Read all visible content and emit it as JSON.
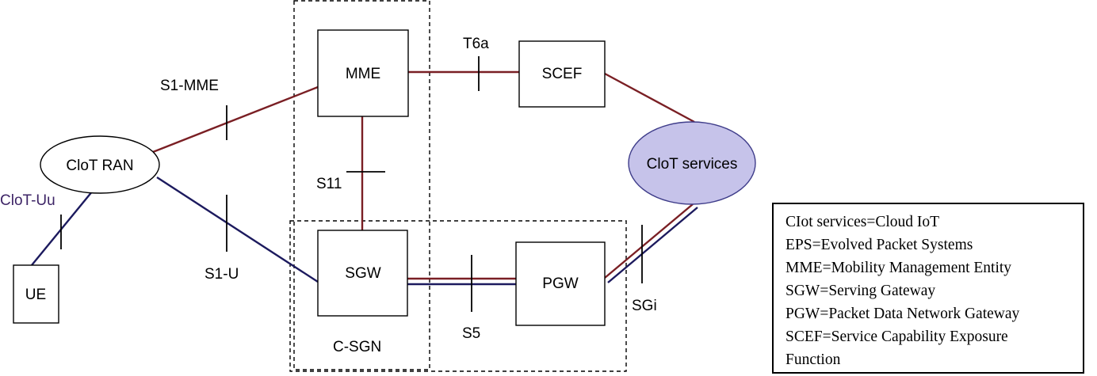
{
  "nodes": {
    "mme": "MME",
    "scef": "SCEF",
    "sgw": "SGW",
    "pgw": "PGW",
    "ue": "UE",
    "ran": "CloT RAN",
    "services": "CloT services"
  },
  "interfaces": {
    "s1_mme": "S1-MME",
    "t6a": "T6a",
    "s11": "S11",
    "s1_u": "S1-U",
    "s5": "S5",
    "sgi": "SGi",
    "clot_uu": "CloT-Uu"
  },
  "groups": {
    "c_sgn": "C-SGN"
  },
  "legend": [
    "CIot services=Cloud IoT",
    "EPS=Evolved Packet Systems",
    "MME=Mobility Management Entity",
    "SGW=Serving Gateway",
    "PGW=Packet Data Network Gateway",
    "SCEF=Service Capability Exposure",
    "Function"
  ],
  "colors": {
    "control_link": "#7a1f24",
    "user_link": "#1c1a5e",
    "services_fill": "#c6c3ea",
    "services_stroke": "#3f3d8a"
  }
}
